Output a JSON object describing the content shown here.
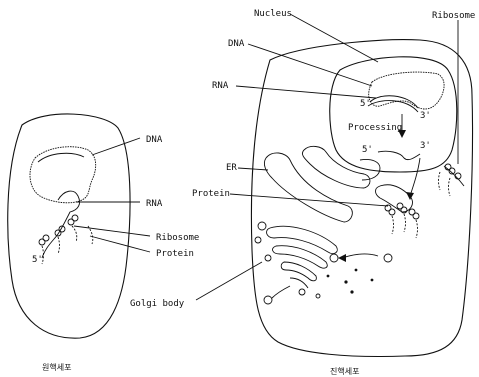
{
  "prokaryote": {
    "caption": "원핵세포",
    "labels": {
      "dna": "DNA",
      "rna": "RNA",
      "ribosome": "Ribosome",
      "protein": "Protein",
      "five_prime": "5'"
    }
  },
  "eukaryote": {
    "caption": "진핵세포",
    "labels": {
      "nucleus": "Nucleus",
      "ribosome": "Ribosome",
      "dna": "DNA",
      "rna": "RNA",
      "processing": "Processing",
      "five_prime_a": "5'",
      "three_prime_a": "3'",
      "five_prime_b": "5'",
      "three_prime_b": "3'",
      "er": "ER",
      "protein": "Protein",
      "golgi": "Golgi body"
    }
  }
}
